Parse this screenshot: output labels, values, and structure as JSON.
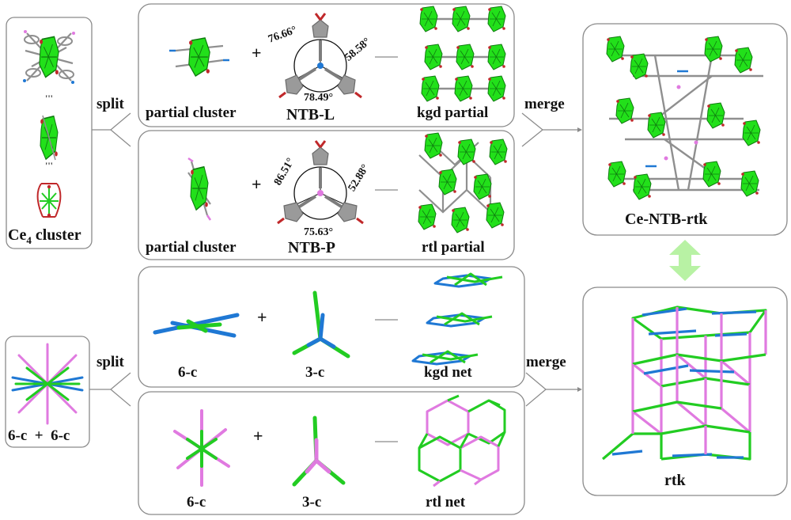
{
  "colors": {
    "panel_border": "#8a8a8a",
    "cluster_green": "#22e01a",
    "linker_gray": "#9a9a9a",
    "node_blue": "#1f78d4",
    "node_green": "#22cc22",
    "node_pink": "#e07ae0",
    "oxygen_red": "#c0282a",
    "double_arrow": "#b8f2a4"
  },
  "icons": [
    "ce4-cluster-icon",
    "ntb-linker-icon",
    "mof-framework-icon",
    "net-topology-icon",
    "double-arrow-icon"
  ],
  "left_top": {
    "caption": "Ce",
    "caption_sub": "4",
    "caption_tail": " cluster"
  },
  "left_bottom": {
    "caption": "6-c  +  6-c"
  },
  "split_top": "split",
  "split_bottom": "split",
  "merge_top": "merge",
  "merge_bottom": "merge",
  "plus": "+",
  "row1": {
    "partial": "partial cluster",
    "linker": "NTB-L",
    "angles": [
      "76.66°",
      "58.58°",
      "78.49°"
    ],
    "product": "kgd partial"
  },
  "row2": {
    "partial": "partial cluster",
    "linker": "NTB-P",
    "angles": [
      "86.51°",
      "52.88°",
      "75.63°"
    ],
    "product": "rtl partial"
  },
  "row3": {
    "left": "6-c",
    "mid": "3-c",
    "product": "kgd net"
  },
  "row4": {
    "left": "6-c",
    "mid": "3-c",
    "product": "rtl net"
  },
  "right_top": {
    "caption": "Ce-NTB-rtk"
  },
  "right_bottom": {
    "caption": "rtk"
  }
}
